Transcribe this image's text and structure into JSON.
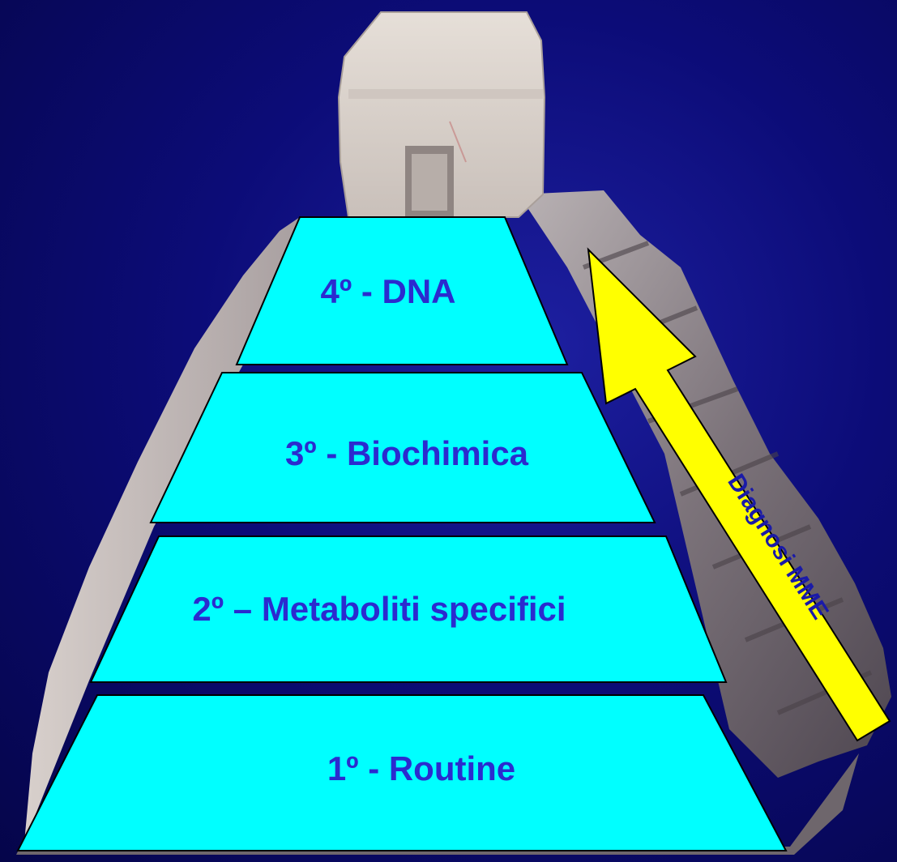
{
  "levels": [
    {
      "label": "1º - Routine"
    },
    {
      "label": "2º – Metaboliti specifici"
    },
    {
      "label": "3º - Biochimica"
    },
    {
      "label": "4º - DNA"
    }
  ],
  "arrow": {
    "label": "Diagnosi MME"
  },
  "colors": {
    "background": "#0c0c78",
    "tier_fill": "#00ffff",
    "tier_text": "#2b2bcf",
    "arrow_fill": "#ffff00",
    "pyramid_stone": "#8a8288"
  }
}
